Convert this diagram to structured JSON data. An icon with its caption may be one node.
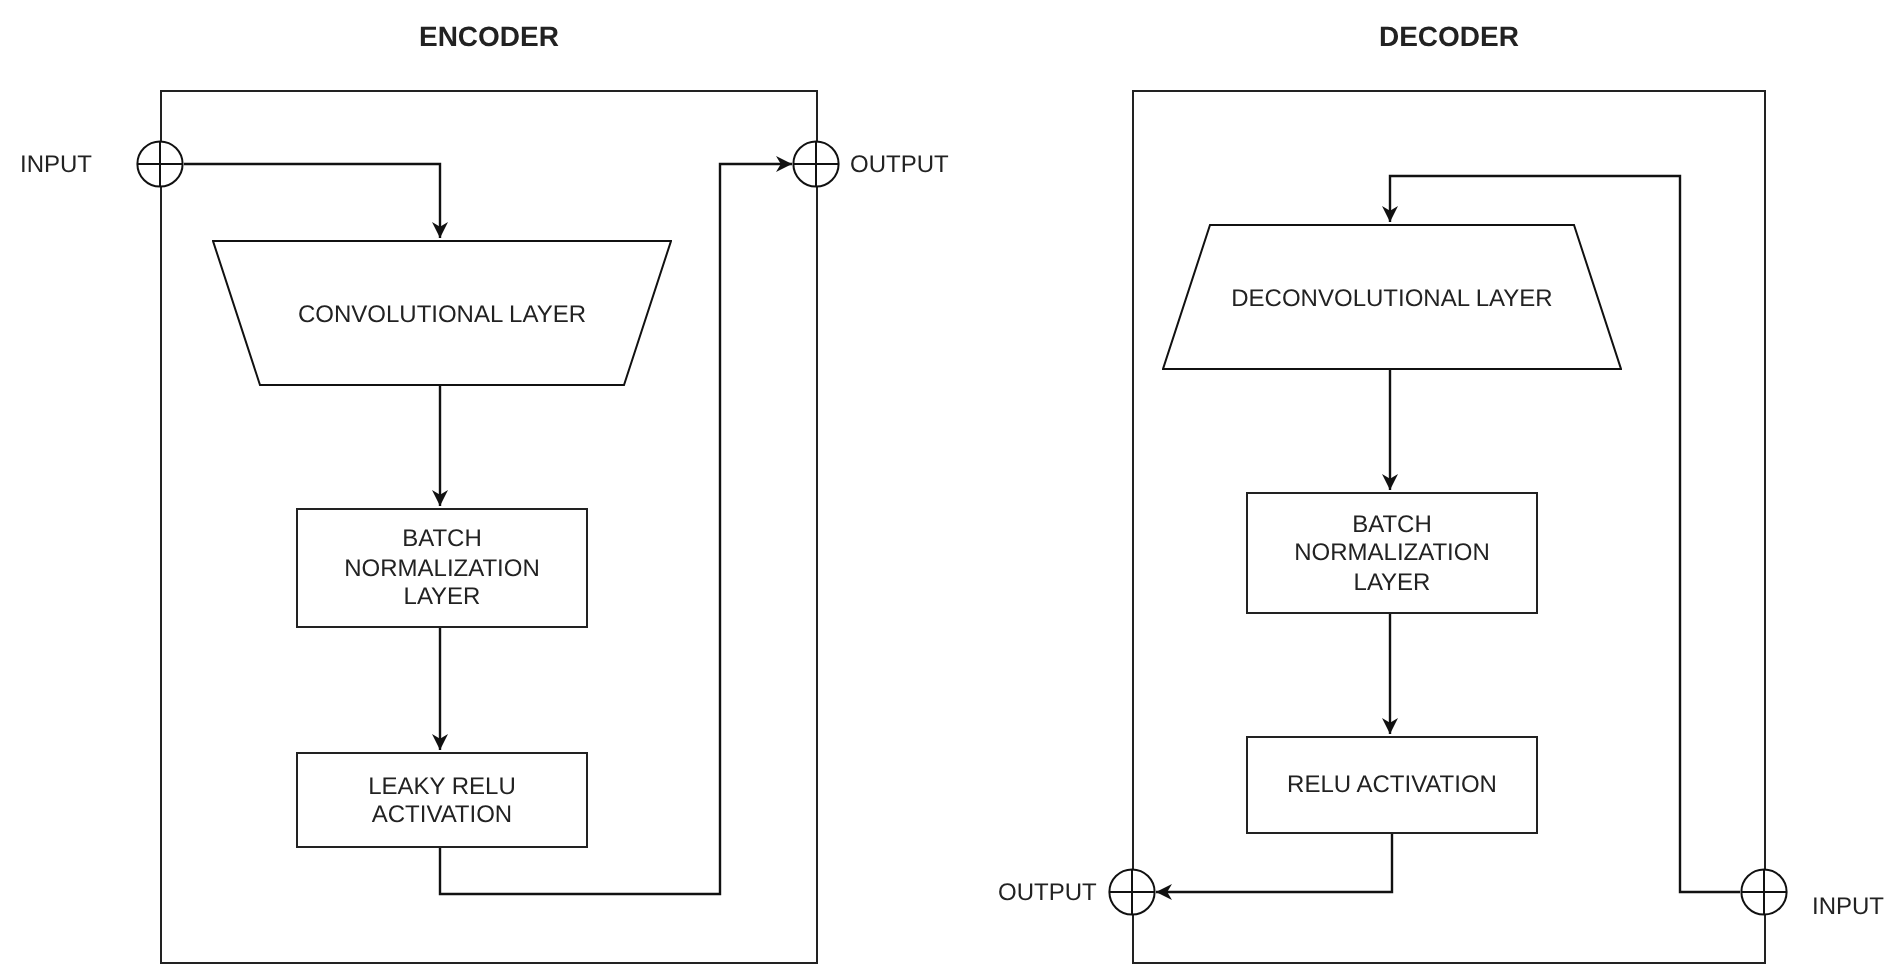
{
  "diagram": {
    "nodes": [
      {
        "text": [
          "ENCODER"
        ]
      },
      {
        "text": [],
        "shape": "circle",
        "beside": [
          "INPUT"
        ]
      },
      {
        "text": [
          "CONVOLUTIONAL LAYER"
        ],
        "in": 0
      },
      {
        "text": [
          "BATCH NORMALIZATION LAYER"
        ],
        "in": 0
      },
      {
        "text": [
          "LEAKY RELU ACTIVATION"
        ],
        "in": 0
      },
      {
        "text": [],
        "shape": "circle",
        "beside": [
          "OUTPUT"
        ]
      },
      {
        "text": [
          "DECODER"
        ]
      },
      {
        "text": [
          "DECONVOLUTIONAL LAYER"
        ],
        "in": 6
      },
      {
        "text": [
          "BATCH NORMALIZATION LAYER"
        ],
        "in": 6
      },
      {
        "text": [
          "RELU ACTIVATION"
        ],
        "in": 6
      },
      {
        "text": [],
        "shape": "circle",
        "beside": [
          "OUTPUT"
        ]
      },
      {
        "text": [],
        "shape": "circle",
        "beside": [
          "INPUT"
        ]
      }
    ],
    "edges": [
      {
        "from": 1,
        "to": 2,
        "arrow": "to"
      },
      {
        "from": 2,
        "to": 3,
        "arrow": "to"
      },
      {
        "from": 3,
        "to": 4,
        "arrow": "to"
      },
      {
        "from": 4,
        "to": 5,
        "arrow": "to"
      },
      {
        "from": 11,
        "to": 7,
        "arrow": "to"
      },
      {
        "from": 7,
        "to": 8,
        "arrow": "to"
      },
      {
        "from": 8,
        "to": 9,
        "arrow": "to"
      },
      {
        "from": 9,
        "to": 10,
        "arrow": "to"
      }
    ]
  }
}
